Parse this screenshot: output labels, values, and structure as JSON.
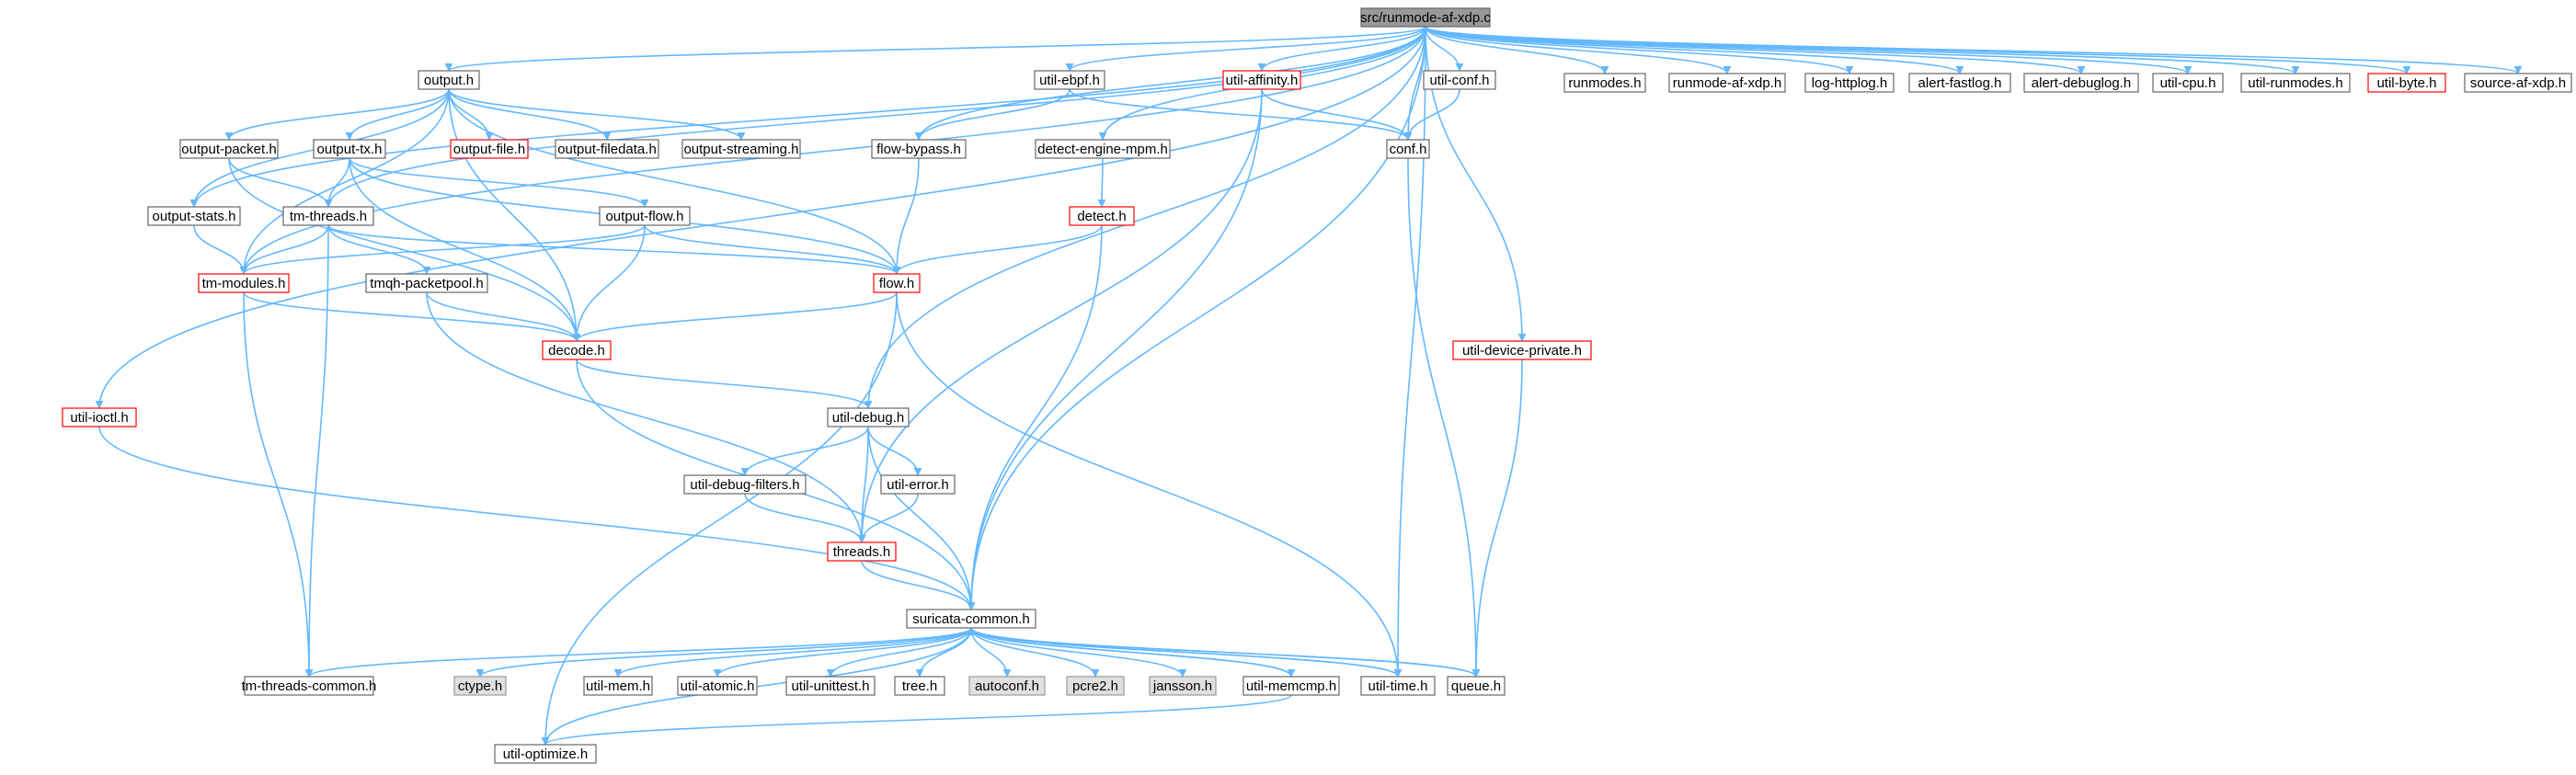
{
  "colors": {
    "edge": "#63b8ff",
    "root_fill": "#999999",
    "normal_fill": "#ffffff",
    "normal_border": "#666666",
    "truncated_border": "#ff0000",
    "external_fill": "#e0e0e0",
    "external_border": "#999999"
  },
  "nodes": [
    {
      "id": "root",
      "label": "src/runmode-af-xdp.c",
      "kind": "root"
    },
    {
      "id": "output_h",
      "label": "output.h",
      "kind": "normal"
    },
    {
      "id": "util_ebpf",
      "label": "util-ebpf.h",
      "kind": "normal"
    },
    {
      "id": "util_affinity",
      "label": "util-affinity.h",
      "kind": "truncated"
    },
    {
      "id": "util_conf",
      "label": "util-conf.h",
      "kind": "normal"
    },
    {
      "id": "runmodes",
      "label": "runmodes.h",
      "kind": "normal"
    },
    {
      "id": "runmode_afxdp",
      "label": "runmode-af-xdp.h",
      "kind": "normal"
    },
    {
      "id": "log_httplog",
      "label": "log-httplog.h",
      "kind": "normal"
    },
    {
      "id": "alert_fastlog",
      "label": "alert-fastlog.h",
      "kind": "normal"
    },
    {
      "id": "alert_debuglog",
      "label": "alert-debuglog.h",
      "kind": "normal"
    },
    {
      "id": "util_cpu",
      "label": "util-cpu.h",
      "kind": "normal"
    },
    {
      "id": "util_runmodes",
      "label": "util-runmodes.h",
      "kind": "normal"
    },
    {
      "id": "util_byte",
      "label": "util-byte.h",
      "kind": "truncated"
    },
    {
      "id": "source_afxdp",
      "label": "source-af-xdp.h",
      "kind": "normal"
    },
    {
      "id": "output_packet",
      "label": "output-packet.h",
      "kind": "normal"
    },
    {
      "id": "output_tx",
      "label": "output-tx.h",
      "kind": "normal"
    },
    {
      "id": "output_file",
      "label": "output-file.h",
      "kind": "truncated"
    },
    {
      "id": "output_filedata",
      "label": "output-filedata.h",
      "kind": "normal"
    },
    {
      "id": "output_streaming",
      "label": "output-streaming.h",
      "kind": "normal"
    },
    {
      "id": "flow_bypass",
      "label": "flow-bypass.h",
      "kind": "normal"
    },
    {
      "id": "detect_engine_mpm",
      "label": "detect-engine-mpm.h",
      "kind": "normal"
    },
    {
      "id": "conf_h",
      "label": "conf.h",
      "kind": "normal"
    },
    {
      "id": "output_stats",
      "label": "output-stats.h",
      "kind": "normal"
    },
    {
      "id": "tm_threads",
      "label": "tm-threads.h",
      "kind": "normal"
    },
    {
      "id": "output_flow",
      "label": "output-flow.h",
      "kind": "normal"
    },
    {
      "id": "detect_h",
      "label": "detect.h",
      "kind": "truncated"
    },
    {
      "id": "tm_modules",
      "label": "tm-modules.h",
      "kind": "truncated"
    },
    {
      "id": "tmqh_packetpool",
      "label": "tmqh-packetpool.h",
      "kind": "normal"
    },
    {
      "id": "flow_h",
      "label": "flow.h",
      "kind": "truncated"
    },
    {
      "id": "decode_h",
      "label": "decode.h",
      "kind": "truncated"
    },
    {
      "id": "util_device_private",
      "label": "util-device-private.h",
      "kind": "truncated"
    },
    {
      "id": "util_ioctl",
      "label": "util-ioctl.h",
      "kind": "truncated"
    },
    {
      "id": "util_debug",
      "label": "util-debug.h",
      "kind": "normal"
    },
    {
      "id": "util_debug_filters",
      "label": "util-debug-filters.h",
      "kind": "normal"
    },
    {
      "id": "util_error",
      "label": "util-error.h",
      "kind": "normal"
    },
    {
      "id": "threads_h",
      "label": "threads.h",
      "kind": "truncated"
    },
    {
      "id": "suricata_common",
      "label": "suricata-common.h",
      "kind": "normal"
    },
    {
      "id": "tm_threads_common",
      "label": "tm-threads-common.h",
      "kind": "normal"
    },
    {
      "id": "ctype_h",
      "label": "ctype.h",
      "kind": "external"
    },
    {
      "id": "util_mem",
      "label": "util-mem.h",
      "kind": "normal"
    },
    {
      "id": "util_atomic",
      "label": "util-atomic.h",
      "kind": "normal"
    },
    {
      "id": "util_unittest",
      "label": "util-unittest.h",
      "kind": "normal"
    },
    {
      "id": "tree_h",
      "label": "tree.h",
      "kind": "normal"
    },
    {
      "id": "autoconf_h",
      "label": "autoconf.h",
      "kind": "external"
    },
    {
      "id": "pcre2_h",
      "label": "pcre2.h",
      "kind": "external"
    },
    {
      "id": "jansson_h",
      "label": "jansson.h",
      "kind": "external"
    },
    {
      "id": "util_memcmp",
      "label": "util-memcmp.h",
      "kind": "normal"
    },
    {
      "id": "util_time",
      "label": "util-time.h",
      "kind": "normal"
    },
    {
      "id": "queue_h",
      "label": "queue.h",
      "kind": "normal"
    },
    {
      "id": "util_optimize",
      "label": "util-optimize.h",
      "kind": "normal"
    }
  ]
}
